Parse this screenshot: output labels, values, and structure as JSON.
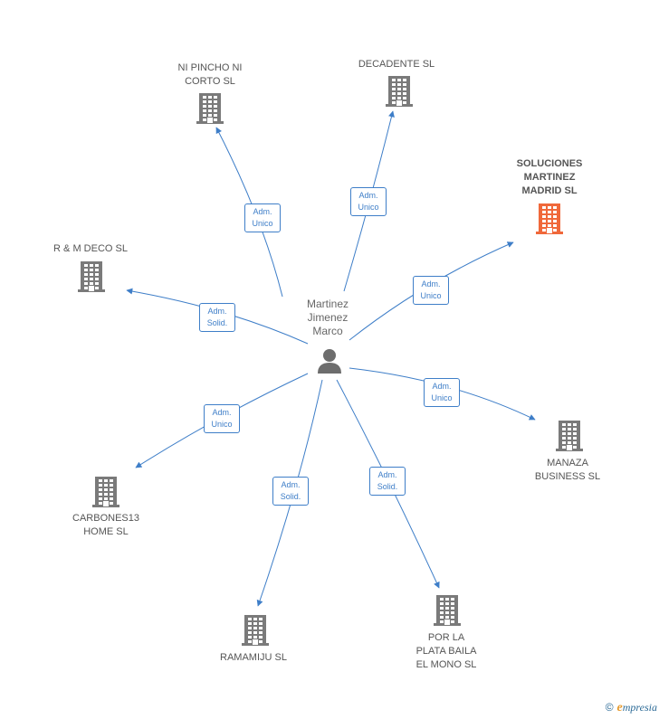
{
  "center": {
    "name": "Martinez\nJimenez\nMarco",
    "icon": "person-icon"
  },
  "colors": {
    "edge": "#3e7ec8",
    "building": "#7a7a7a",
    "highlight": "#f0683a"
  },
  "companies": [
    {
      "id": "ni-pincho-ni-corto",
      "name": "NI PINCHO NI\nCORTO  SL",
      "role": "Adm.\nUnico",
      "highlight": false
    },
    {
      "id": "decadente",
      "name": "DECADENTE  SL",
      "role": "Adm.\nUnico",
      "highlight": false
    },
    {
      "id": "soluciones-martinez-madrid",
      "name": "SOLUCIONES\nMARTINEZ\nMADRID  SL",
      "role": "Adm.\nUnico",
      "highlight": true
    },
    {
      "id": "r-m-deco",
      "name": "R & M DECO  SL",
      "role": "Adm.\nSolid.",
      "highlight": false
    },
    {
      "id": "manaza-business",
      "name": "MANAZA\nBUSINESS  SL",
      "role": "Adm.\nUnico",
      "highlight": false
    },
    {
      "id": "carbones13-home",
      "name": "CARBONES13\nHOME  SL",
      "role": "Adm.\nUnico",
      "highlight": false
    },
    {
      "id": "ramamiju",
      "name": "RAMAMIJU  SL",
      "role": "Adm.\nSolid.",
      "highlight": false
    },
    {
      "id": "por-la-plata-baila-el-mono",
      "name": "POR LA\nPLATA BAILA\nEL MONO  SL",
      "role": "Adm.\nSolid.",
      "highlight": false
    }
  ],
  "brand": {
    "copyright": "©",
    "e": "e",
    "name": "mpresia"
  }
}
